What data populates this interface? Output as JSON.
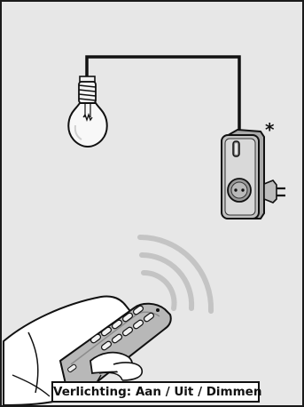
{
  "caption": "Verlichting: Aan / Uit / Dimmen",
  "footnote_marker": "*",
  "illustration": {
    "elements": [
      "light-bulb",
      "cable",
      "plug-in-dimmer-socket",
      "radio-waves",
      "remote-control",
      "hand"
    ],
    "colors": {
      "background": "#e7e7e7",
      "cable": "#111111",
      "bulb_glass": "#f7f7f7",
      "dimmer_body": "#bdbdbd",
      "dimmer_face": "#d6d6d6",
      "waves": "#c4c4c4",
      "remote": "#b7b7b7"
    }
  }
}
